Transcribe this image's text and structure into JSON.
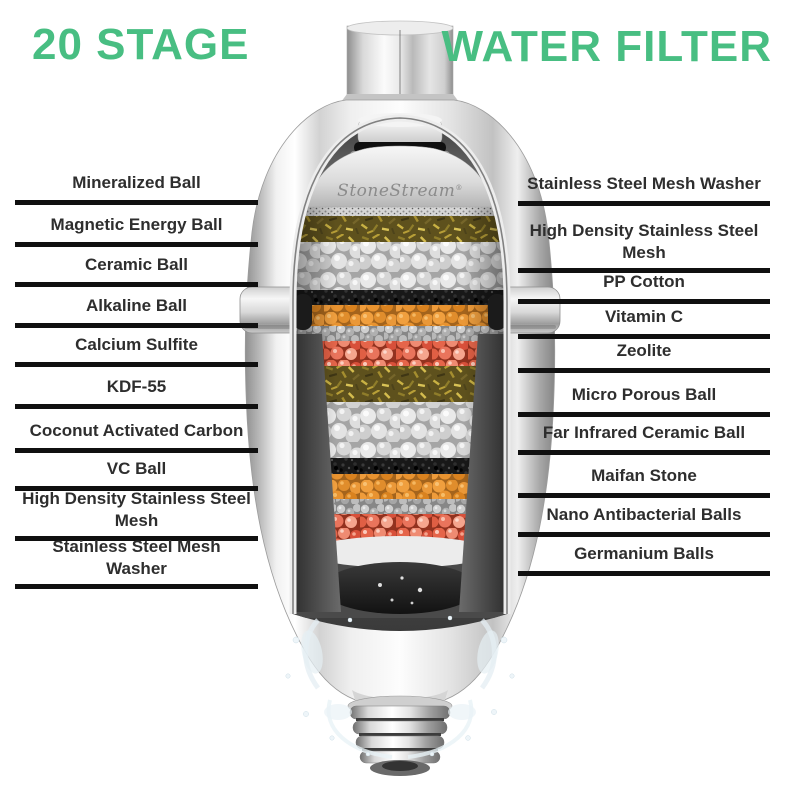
{
  "titles": {
    "left": "20 STAGE",
    "right": "WATER FILTER"
  },
  "brand": "StoneStream",
  "brand_reg": "®",
  "left_labels": [
    "Mineralized Ball",
    "Magnetic Energy Ball",
    "Ceramic Ball",
    "Alkaline Ball",
    "Calcium Sulfite",
    "KDF-55",
    "Coconut Activated Carbon",
    "VC Ball",
    "High Density Stainless Steel\nMesh",
    "Stainless Steel Mesh\nWasher"
  ],
  "right_labels": [
    "Stainless Steel Mesh Washer",
    "High Density Stainless Steel\nMesh",
    "PP Cotton",
    "Vitamin C",
    "Zeolite",
    "Micro Porous Ball",
    "Far Infrared Ceramic Ball",
    "Maifan Stone",
    "Nano Antibacterial Balls",
    "Germanium Balls"
  ],
  "colors": {
    "accent_green": "#48be82",
    "label_text": "#2e2e2e",
    "label_line": "#101010",
    "chrome_light": "#f5f5f5",
    "chrome_dark": "#8a8a8a"
  },
  "filter_layers_depicted": [
    {
      "band": "stainless-steel-mesh",
      "color": "#d6d6d6"
    },
    {
      "band": "gold-mineral-flakes",
      "color": "#6a5c20"
    },
    {
      "band": "white-ceramic-balls",
      "color": "#e6e6e6"
    },
    {
      "band": "activated-carbon",
      "color": "#1f1f1f"
    },
    {
      "band": "orange-mineral-balls",
      "color": "#ea9336"
    },
    {
      "band": "gray-mineral-balls",
      "color": "#aeaeae"
    },
    {
      "band": "red-mineral-balls",
      "color": "#e2654a"
    },
    {
      "band": "gold-mineral-flakes",
      "color": "#6a5c20"
    },
    {
      "band": "white-ceramic-balls",
      "color": "#e6e6e6"
    },
    {
      "band": "activated-carbon",
      "color": "#1f1f1f"
    },
    {
      "band": "orange-mineral-balls",
      "color": "#ea9336"
    },
    {
      "band": "gray-mineral-balls",
      "color": "#aeaeae"
    },
    {
      "band": "red-mineral-balls",
      "color": "#e2654a"
    }
  ]
}
